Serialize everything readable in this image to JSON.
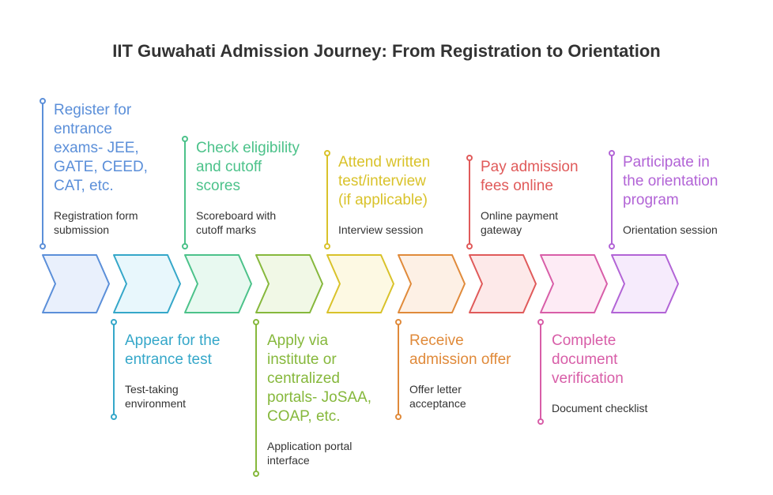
{
  "title": "IIT Guwahati Admission Journey: From Registration to Orientation",
  "steps": [
    {
      "title_lines": [
        "Register for",
        "entrance",
        "exams- JEE,",
        "GATE, CEED,",
        "CAT, etc."
      ],
      "desc_lines": [
        "Registration form",
        "submission"
      ],
      "color": "#5b8fd9",
      "fill": "#e9f0fc",
      "position": "top"
    },
    {
      "title_lines": [
        "Appear for the",
        "entrance test"
      ],
      "desc_lines": [
        "Test-taking",
        "environment"
      ],
      "color": "#35a7c9",
      "fill": "#e8f7fc",
      "position": "bottom"
    },
    {
      "title_lines": [
        "Check eligibility",
        "and cutoff",
        "scores"
      ],
      "desc_lines": [
        "Scoreboard with",
        "cutoff marks"
      ],
      "color": "#4cc28a",
      "fill": "#e8f9f0",
      "position": "top"
    },
    {
      "title_lines": [
        "Apply via",
        "institute or",
        "centralized",
        "portals- JoSAA,",
        "COAP, etc."
      ],
      "desc_lines": [
        "Application portal",
        "interface"
      ],
      "color": "#86b83c",
      "fill": "#f1f8e6",
      "position": "bottom"
    },
    {
      "title_lines": [
        "Attend written",
        "test/interview",
        "(if applicable)"
      ],
      "desc_lines": [
        "Interview session"
      ],
      "color": "#d9c22a",
      "fill": "#fdf9e3",
      "position": "top"
    },
    {
      "title_lines": [
        "Receive",
        "admission offer"
      ],
      "desc_lines": [
        "Offer letter",
        "acceptance"
      ],
      "color": "#e08a3a",
      "fill": "#fdf0e5",
      "position": "bottom"
    },
    {
      "title_lines": [
        "Pay admission",
        "fees online"
      ],
      "desc_lines": [
        "Online payment",
        "gateway"
      ],
      "color": "#e05a5a",
      "fill": "#fde9e9",
      "position": "top"
    },
    {
      "title_lines": [
        "Complete",
        "document",
        "verification"
      ],
      "desc_lines": [
        "Document checklist"
      ],
      "color": "#d85ea8",
      "fill": "#fdebf5",
      "position": "bottom"
    },
    {
      "title_lines": [
        "Participate in",
        "the orientation",
        "program"
      ],
      "desc_lines": [
        "Orientation session"
      ],
      "color": "#b264d6",
      "fill": "#f6ebfc",
      "position": "top"
    }
  ]
}
